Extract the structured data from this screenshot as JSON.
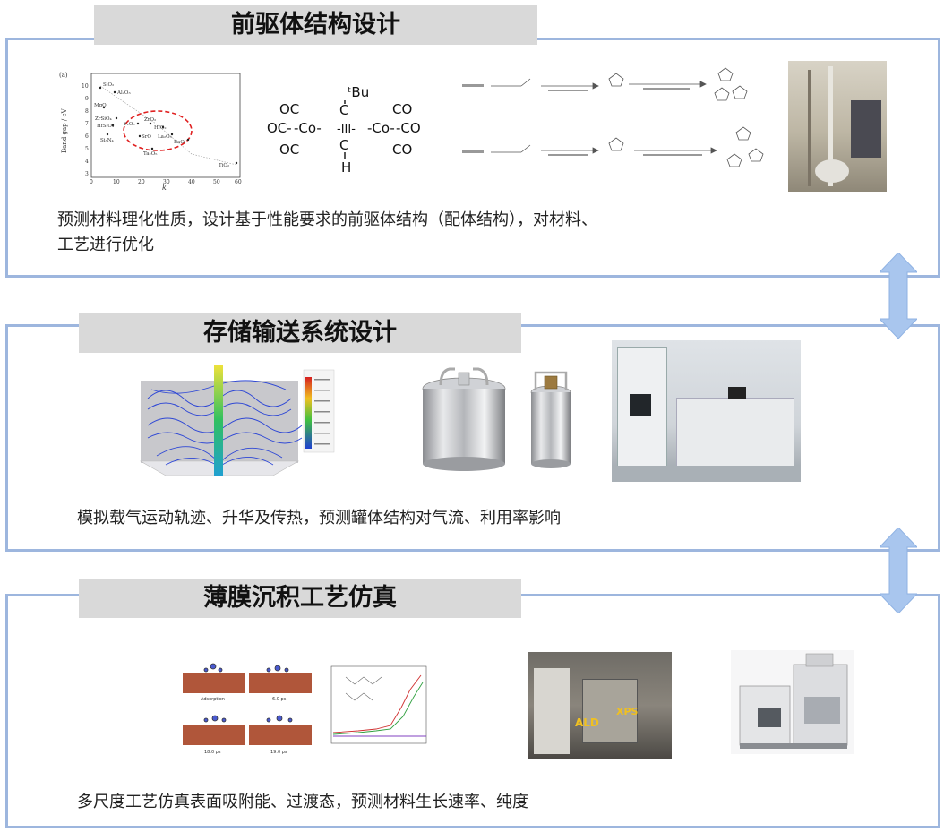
{
  "sections": [
    {
      "title": "前驱体结构设计",
      "description_line1": "预测材料理化性质，设计基于性能要求的前驱体结构（配体结构），对材料、",
      "description_line2": "工艺进行优化",
      "bandgap_plot": {
        "panel_label": "(a)",
        "ylabel": "Band gap / eV",
        "xlabel": "k",
        "x_ticks": [
          "0",
          "10",
          "20",
          "30",
          "40",
          "50",
          "60"
        ],
        "y_ticks": [
          "3",
          "4",
          "5",
          "6",
          "7",
          "8",
          "9",
          "10"
        ],
        "points": [
          "SiO₂",
          "Al₂O₃",
          "MgO",
          "ZrSiO₄",
          "HfSiO₄",
          "Y₂O₃",
          "ZrO₂",
          "HfO₂",
          "La₂O₃",
          "Si₃N₄",
          "Ta₂O₅",
          "BaO",
          "TiO₂",
          "SrO"
        ]
      },
      "molecule": {
        "top_label": "ᵗBu",
        "left_co": [
          "OC",
          "OC-",
          "OC"
        ],
        "right_co": [
          "CO",
          "-CO",
          "CO"
        ],
        "metal_left": "-Co-",
        "metal_right": "-Co-",
        "bottom_label": "H"
      }
    },
    {
      "title": "存储输送系统设计",
      "description": "模拟载气运动轨迹、升华及传热，预测罐体结构对气流、利用率影响"
    },
    {
      "title": "薄膜沉积工艺仿真",
      "description": "多尺度工艺仿真表面吸附能、过渡态，预测材料生长速率、纯度",
      "sim_labels": {
        "a": "Adsorption",
        "b": "6.0 ps",
        "c": "18.0 ps",
        "d": "19.0 ps"
      },
      "equipment_labels": [
        "ALD",
        "XPS"
      ]
    }
  ],
  "colors": {
    "panel_border": "#9db6de",
    "title_bg": "#d9d9d9",
    "arrow": "#a9c6ee",
    "dashed_highlight": "#e02020"
  }
}
